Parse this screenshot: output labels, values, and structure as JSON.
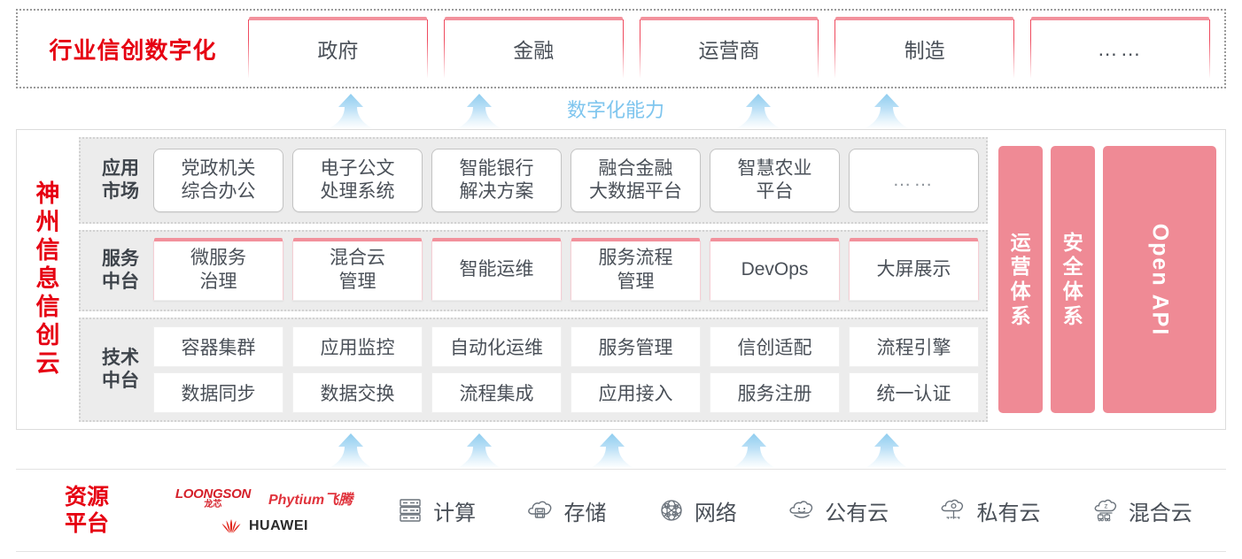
{
  "industry": {
    "title": "行业信创数字化",
    "boxes": [
      {
        "label": "政府"
      },
      {
        "label": "金融"
      },
      {
        "label": "运营商"
      },
      {
        "label": "制造"
      },
      {
        "label": "……"
      }
    ]
  },
  "capability_label": "数字化能力",
  "cloud": {
    "title_chars": [
      "神",
      "州",
      "信",
      "息",
      "信",
      "创",
      "云"
    ],
    "tiers": [
      {
        "label": "应用\n市场",
        "label_line1": "应用",
        "label_line2": "市场",
        "cells": [
          {
            "l1": "党政机关",
            "l2": "综合办公"
          },
          {
            "l1": "电子公文",
            "l2": "处理系统"
          },
          {
            "l1": "智能银行",
            "l2": "解决方案"
          },
          {
            "l1": "融合金融",
            "l2": "大数据平台"
          },
          {
            "l1": "智慧农业",
            "l2": "平台"
          },
          {
            "l1": "……",
            "l2": ""
          }
        ]
      },
      {
        "label_line1": "服务",
        "label_line2": "中台",
        "cells": [
          {
            "l1": "微服务",
            "l2": "治理"
          },
          {
            "l1": "混合云",
            "l2": "管理"
          },
          {
            "l1": "智能运维",
            "l2": ""
          },
          {
            "l1": "服务流程",
            "l2": "管理"
          },
          {
            "l1": "DevOps",
            "l2": ""
          },
          {
            "l1": "大屏展示",
            "l2": ""
          }
        ]
      },
      {
        "label_line1": "技术",
        "label_line2": "中台",
        "row1": [
          "容器集群",
          "应用监控",
          "自动化运维",
          "服务管理",
          "信创适配",
          "流程引擎"
        ],
        "row2": [
          "数据同步",
          "数据交换",
          "流程集成",
          "应用接入",
          "服务注册",
          "统一认证"
        ]
      }
    ],
    "pillars": [
      {
        "type": "vertical",
        "chars": [
          "运",
          "营",
          "体",
          "系"
        ],
        "text": "运营体系"
      },
      {
        "type": "vertical",
        "chars": [
          "安",
          "全",
          "体",
          "系"
        ],
        "text": "安全体系"
      },
      {
        "type": "rotated",
        "text": "Open API"
      }
    ]
  },
  "resource": {
    "title_line1": "资源",
    "title_line2": "平台",
    "logos": [
      {
        "name": "loongson",
        "main": "LOONGSON",
        "sub": "龙芯"
      },
      {
        "name": "phytium",
        "text": "Phytium飞腾"
      },
      {
        "name": "huawei",
        "text": "HUAWEI"
      }
    ],
    "items": [
      {
        "icon": "server-rack-icon",
        "label": "计算"
      },
      {
        "icon": "cloud-storage-icon",
        "label": "存储"
      },
      {
        "icon": "network-mesh-icon",
        "label": "网络"
      },
      {
        "icon": "public-cloud-icon",
        "label": "公有云"
      },
      {
        "icon": "private-cloud-icon",
        "label": "私有云"
      },
      {
        "icon": "hybrid-cloud-icon",
        "label": "混合云"
      }
    ]
  },
  "colors": {
    "brand_red": "#e60012",
    "pink": "#ef8a95",
    "pink_cap": "#f2919c",
    "arrow_blue": "#9fd4f2",
    "text": "#4a5058",
    "tier_bg": "#ececec"
  },
  "arrows": {
    "top_count": 4,
    "bottom_count": 5
  }
}
